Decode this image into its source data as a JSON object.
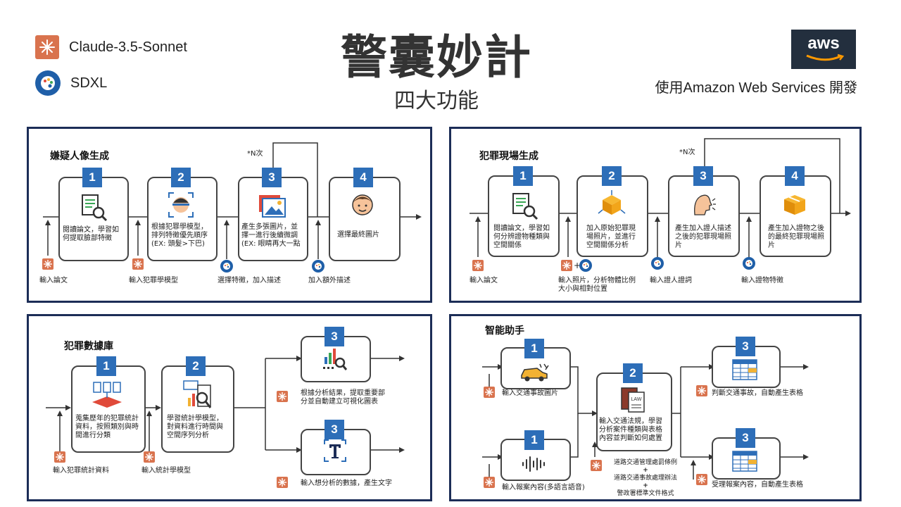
{
  "header": {
    "title": "警囊妙計",
    "subtitle": "四大功能",
    "model1": "Claude-3.5-Sonnet",
    "model2": "SDXL",
    "aws_logo": "aws",
    "aws_note": "使用Amazon Web Services 開發"
  },
  "colors": {
    "panel_border": "#1c2d57",
    "step_badge": "#2d6eb8",
    "claude": "#d9734e",
    "sdxl": "#1f5fa8"
  },
  "p1": {
    "title": "嫌疑人像生成",
    "loop": "*N次",
    "steps": [
      {
        "num": "1",
        "text": "閱讀論文，學習如何提取臉部特徵"
      },
      {
        "num": "2",
        "text": "根據犯罪學模型，排列特徵優先順序 (EX: 頭髮>下巴)"
      },
      {
        "num": "3",
        "text": "產生多張圖片，並擇一進行後續微調 (EX: 眼睛再大一點"
      },
      {
        "num": "4",
        "text": "選擇最終圖片"
      }
    ],
    "inputs": [
      "輸入論文",
      "輸入犯罪學模型",
      "選擇特徵，加入描述",
      "加入額外描述"
    ]
  },
  "p2": {
    "title": "犯罪現場生成",
    "loop": "*N次",
    "steps": [
      {
        "num": "1",
        "text": "閱讀論文，學習如何分辨證物種類與空間關係"
      },
      {
        "num": "2",
        "text": "加入原始犯罪現場照片，並進行空間關係分析"
      },
      {
        "num": "3",
        "text": "產生加入證人描述之後的犯罪現場照片"
      },
      {
        "num": "4",
        "text": "產生加入證物之後的最終犯罪現場照片"
      }
    ],
    "inputs": [
      "輸入論文",
      "輸入照片，分析物體比例大小與相對位置",
      "輸入證人證詞",
      "輸入證物特徵"
    ]
  },
  "p3": {
    "title": "犯罪數據庫",
    "steps": [
      {
        "num": "1",
        "text": "蒐集歷年的犯罪統計資料，按照類別與時間進行分類"
      },
      {
        "num": "2",
        "text": "學習統計學模型，對資料進行時間與空間序列分析"
      },
      {
        "num": "3",
        "text": "根據分析結果，提取重要部分並自動建立可視化圖表"
      },
      {
        "num": "3",
        "text": "輸入想分析的數據，產生文字"
      }
    ],
    "inputs": [
      "輸入犯罪統計資料",
      "輸入統計學模型"
    ]
  },
  "p4": {
    "title": "智能助手",
    "steps": [
      {
        "num": "1",
        "text": "輸入交通事故圖片"
      },
      {
        "num": "1",
        "text": "輸入報案內容(多語言語音)"
      },
      {
        "num": "2",
        "text": "輸入交通法規，學習分析案件種類與表格內容並判斷如何處置"
      },
      {
        "num": "3",
        "text": "判斷交通事故，自動產生表格"
      },
      {
        "num": "3",
        "text": "受理報案內容，自動產生表格"
      }
    ],
    "laws": [
      "道路交通管理處罰條例",
      "+",
      "道路交通事故處理辦法",
      "+",
      "警政署標準文件格式"
    ]
  }
}
